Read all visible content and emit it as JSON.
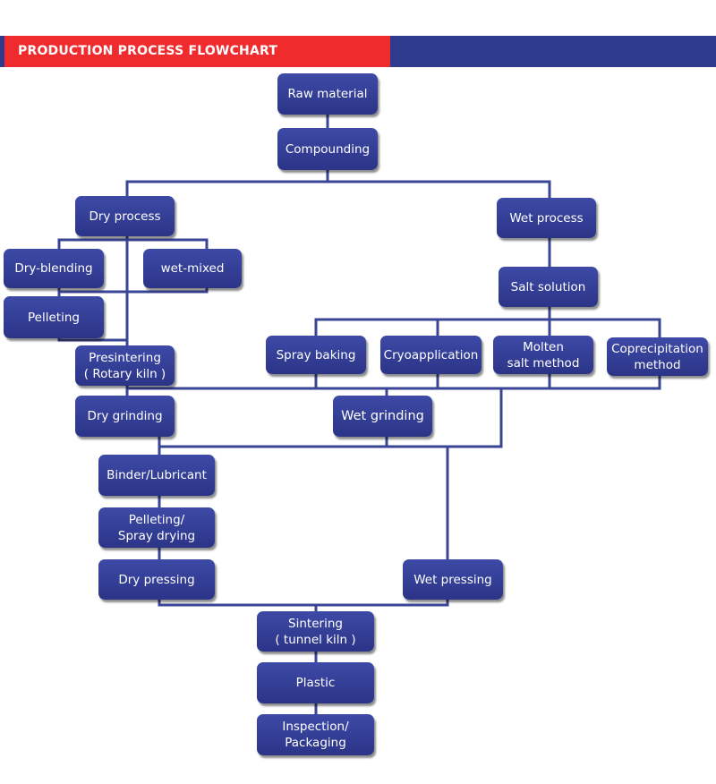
{
  "header": {
    "title": "PRODUCTION PROCESS FLOWCHART"
  },
  "nodes": {
    "raw_material": "Raw material",
    "compounding": "Compounding",
    "dry_process": "Dry process",
    "wet_process": "Wet process",
    "dry_blending": "Dry-blending",
    "wet_mixed": "wet-mixed",
    "pelleting": "Pelleting",
    "salt_solution": "Salt solution",
    "presintering": "Presintering\n( Rotary kiln )",
    "spray_baking": "Spray baking",
    "cryoapplication": "Cryoapplication",
    "molten_salt": "Molten\nsalt method",
    "coprecipitation": "Coprecipitation\nmethod",
    "dry_grinding": "Dry grinding",
    "wet_grinding": "Wet grinding",
    "binder_lubricant": "Binder/Lubricant",
    "pelleting_spray": "Pelleting/\nSpray drying",
    "dry_pressing": "Dry pressing",
    "wet_pressing": "Wet pressing",
    "sintering": "Sintering\n( tunnel kiln )",
    "plastic": "Plastic",
    "inspection": "Inspection/\nPackaging"
  },
  "colors": {
    "node": "#2e3a8f",
    "line": "#3b4596",
    "red": "#ef2b2d",
    "navy": "#2e3b8f"
  }
}
